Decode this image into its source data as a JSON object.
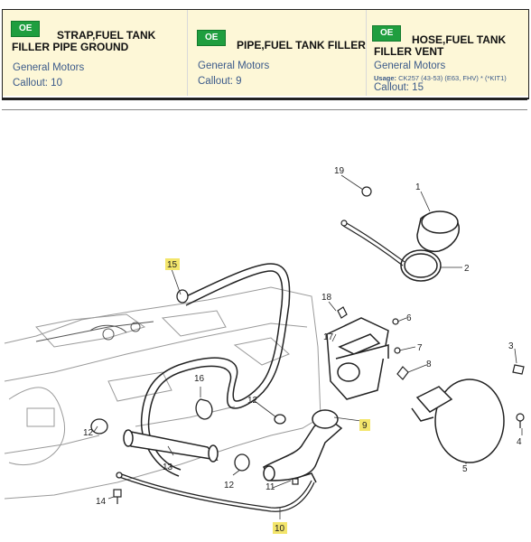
{
  "cards": [
    {
      "badge": "OE",
      "title": "STRAP,FUEL TANK FILLER PIPE GROUND",
      "maker": "General Motors",
      "callout": "Callout: 10"
    },
    {
      "badge": "OE",
      "title": "PIPE,FUEL TANK FILLER",
      "maker": "General Motors",
      "callout": "Callout: 9"
    },
    {
      "badge": "OE",
      "title": "HOSE,FUEL TANK FILLER VENT",
      "maker": "General Motors",
      "usage_label": "Usage:",
      "usage_value": "CK257 (43-53) (E63, FHV) * (*KIT1)",
      "callout": "Callout: 15"
    }
  ],
  "diagram": {
    "callouts": [
      "1",
      "2",
      "3",
      "4",
      "5",
      "6",
      "7",
      "8",
      "9",
      "10",
      "11",
      "12",
      "12",
      "12",
      "13",
      "14",
      "15",
      "16",
      "17",
      "18",
      "19"
    ],
    "highlight_color": "#f3e56b"
  }
}
